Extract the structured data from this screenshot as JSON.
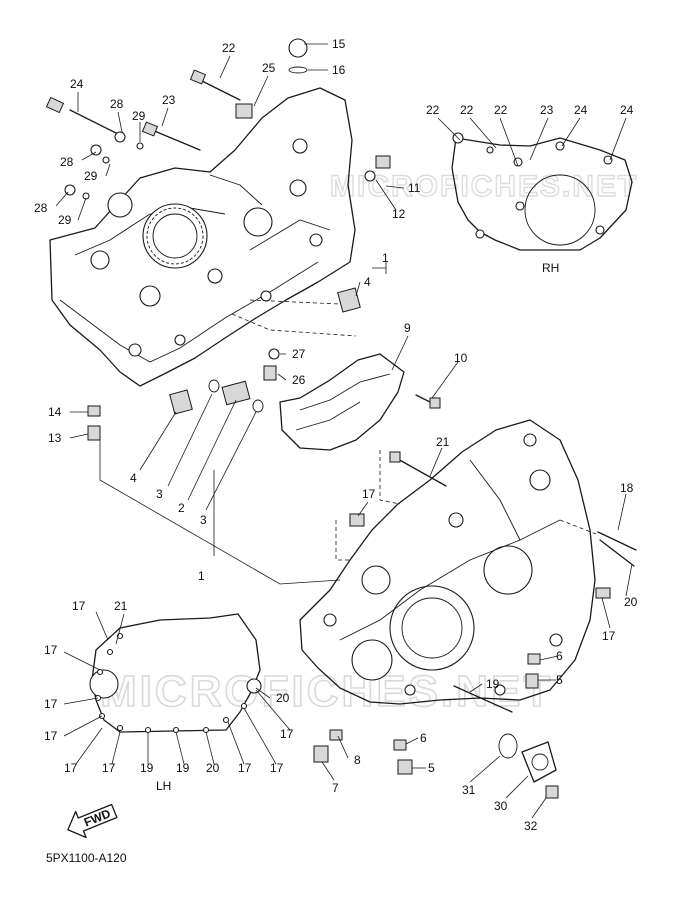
{
  "diagram": {
    "view_labels": {
      "rh": "RH",
      "lh": "LH"
    },
    "fwd_label": "FWD",
    "part_code": "5PX1100-A120",
    "watermark": "MICROFICHES.NET"
  },
  "callouts": [
    "15",
    "16",
    "22",
    "25",
    "24",
    "28",
    "29",
    "23",
    "28",
    "29",
    "28",
    "29",
    "11",
    "12",
    "22",
    "22",
    "22",
    "23",
    "24",
    "24",
    "1",
    "4",
    "9",
    "10",
    "27",
    "26",
    "14",
    "13",
    "4",
    "3",
    "2",
    "3",
    "1",
    "21",
    "17",
    "18",
    "20",
    "17",
    "17",
    "21",
    "17",
    "17",
    "17",
    "17",
    "17",
    "19",
    "19",
    "20",
    "17",
    "17",
    "20",
    "17",
    "6",
    "5",
    "19",
    "8",
    "6",
    "5",
    "7",
    "31",
    "30",
    "32"
  ]
}
